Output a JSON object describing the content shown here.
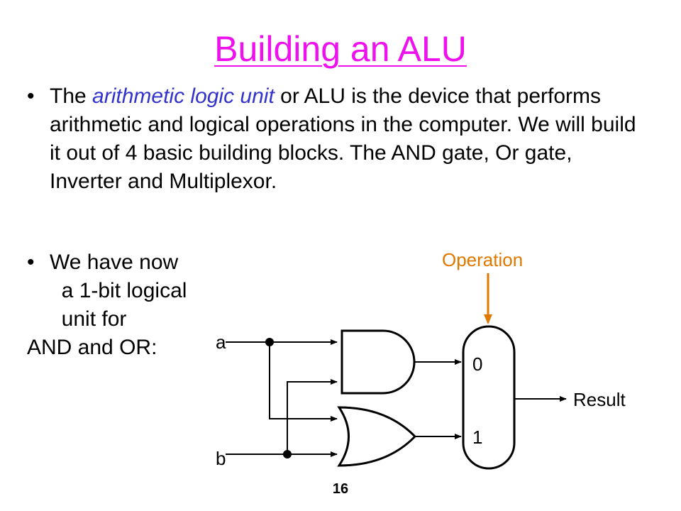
{
  "slide": {
    "title": "Building an ALU",
    "bullet1": {
      "pre": "The ",
      "highlight": "arithmetic logic unit",
      "post": " or ALU is the device that performs arithmetic and logical operations in the computer. We will build it out of 4 basic building blocks. The AND gate, Or gate, Inverter and Multiplexor."
    },
    "bullet2": {
      "lines": [
        "We have now",
        "  a 1-bit logical",
        "  unit for",
        "AND and OR:"
      ]
    },
    "page_number": "16"
  },
  "diagram": {
    "labels": {
      "operation": "Operation",
      "input_a": "a",
      "input_b": "b",
      "mux_input_0": "0",
      "mux_input_1": "1",
      "result": "Result"
    },
    "colors": {
      "title": "#ee11ee",
      "highlight": "#3333cc",
      "operation": "#e07800",
      "wire": "#000000"
    }
  }
}
